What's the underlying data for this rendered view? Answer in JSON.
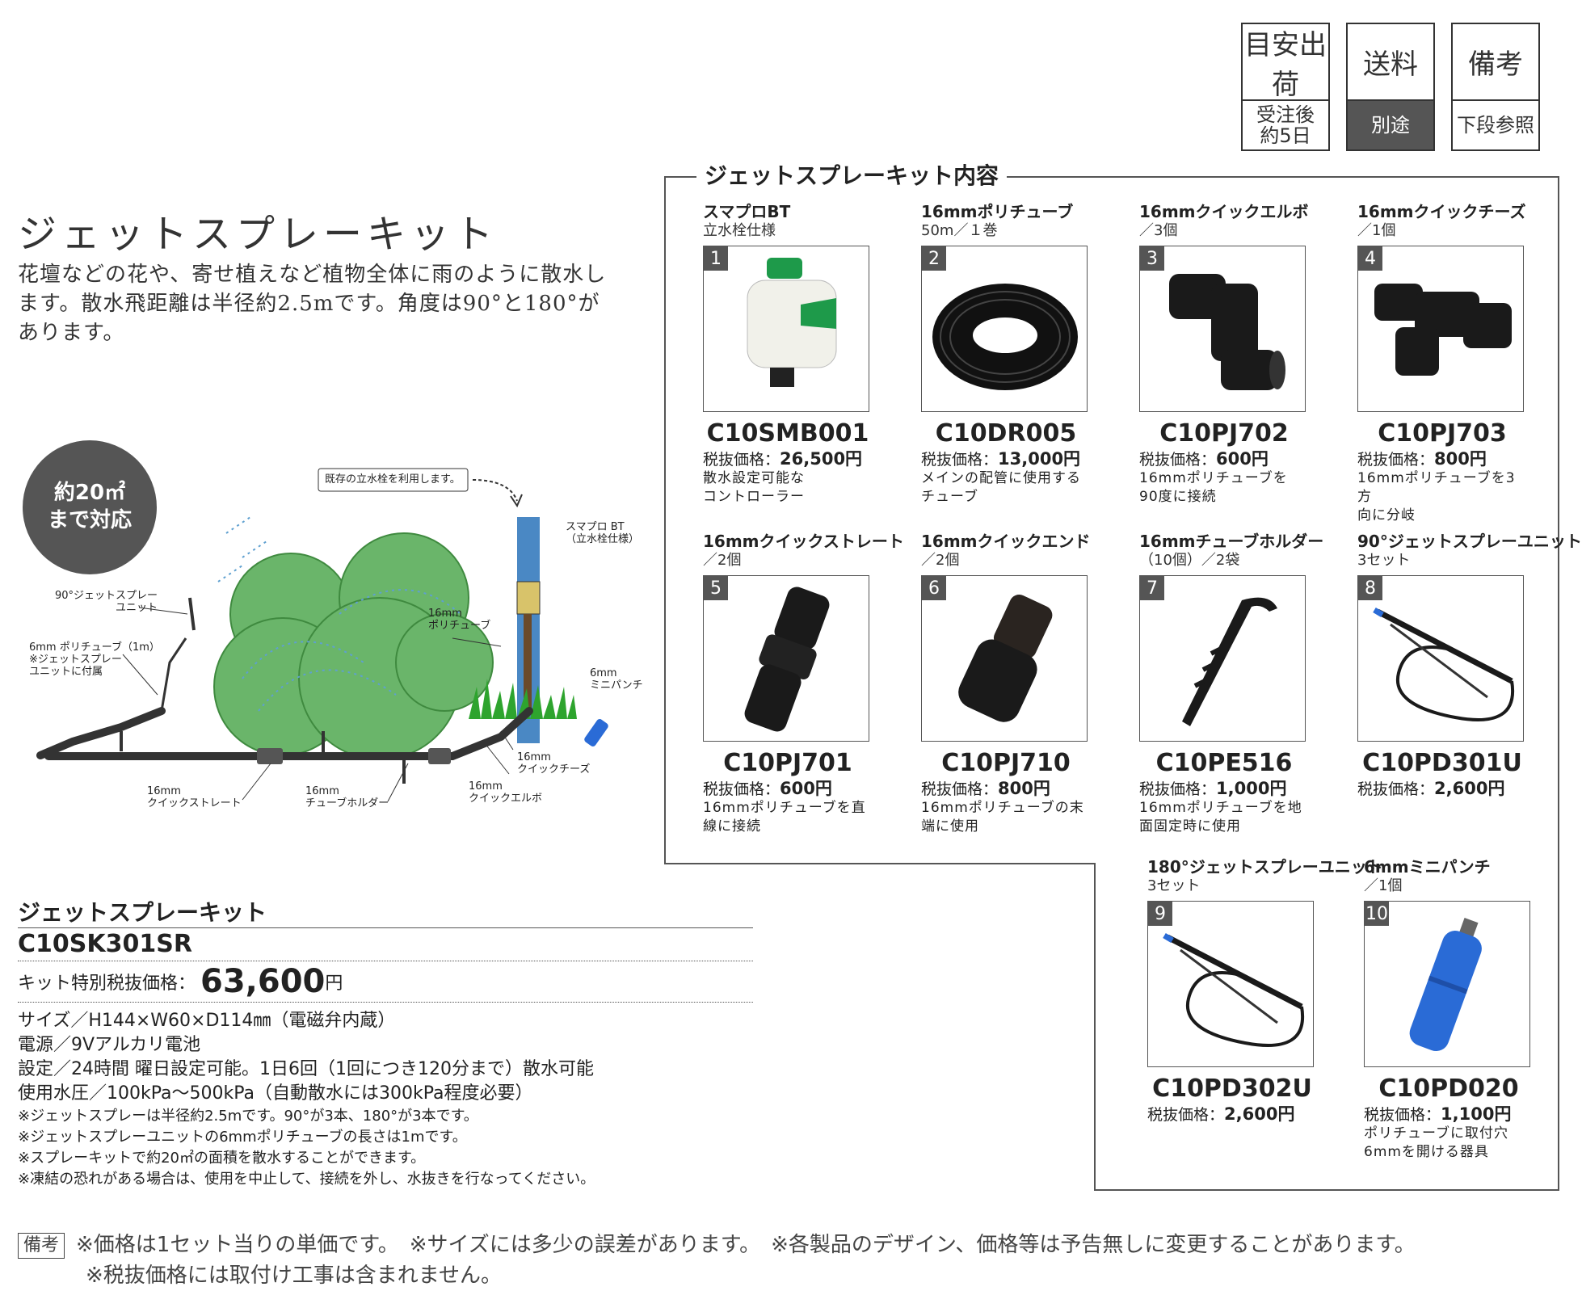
{
  "badges": [
    {
      "top": "目安出荷",
      "bottom": "受注後\n約5日"
    },
    {
      "top": "送料",
      "bottom": "別途"
    },
    {
      "top": "備考",
      "bottom": "下段参照"
    }
  ],
  "title": "ジェットスプレーキット",
  "description": "花壇などの花や、寄せ植えなど植物全体に雨のように散水します。散水飛距離は半径約2.5mです。角度は90°と180°があります。",
  "coverage": {
    "line1": "約20㎡",
    "line2": "まで対応"
  },
  "diagram_labels": {
    "existing_faucet": "既存の立水栓を利用します。",
    "smapro_1": "スマプロ BT",
    "smapro_2": "（立水栓仕様）",
    "jet90_1": "90°ジェットスプレー",
    "jet90_2": "ユニット",
    "poly6_1": "6mm ポリチューブ（1m）",
    "poly6_2": "※ジェットスプレー",
    "poly6_3": "ユニットに付属",
    "poly16_1": "16mm",
    "poly16_2": "ポリチューブ",
    "punch_1": "6mm",
    "punch_2": "ミニパンチ",
    "tee_1": "16mm",
    "tee_2": "クイックチーズ",
    "elbow_1": "16mm",
    "elbow_2": "クイックエルボ",
    "straight_1": "16mm",
    "straight_2": "クイックストレート",
    "holder_1": "16mm",
    "holder_2": "チューブホルダー"
  },
  "kit_heading": "ジェットスプレーキット内容",
  "items": [
    {
      "num": "1",
      "name": "スマプロBT",
      "qty": "立水栓仕様",
      "code": "C10SMB001",
      "price_label": "税抜価格：",
      "price": "26,500円",
      "note": "散水設定可能な\nコントローラー",
      "icon": "controller-icon"
    },
    {
      "num": "2",
      "name": "16mmポリチューブ",
      "qty": "50m／１巻",
      "code": "C10DR005",
      "price_label": "税抜価格：",
      "price": "13,000円",
      "note": "メインの配管に使用する\nチューブ",
      "icon": "tube-coil-icon"
    },
    {
      "num": "3",
      "name": "16mmクイックエルボ",
      "qty": "／3個",
      "code": "C10PJ702",
      "price_label": "税抜価格：",
      "price": "600円",
      "note": "16mmポリチューブを\n90度に接続",
      "icon": "elbow-fitting-icon"
    },
    {
      "num": "4",
      "name": "16mmクイックチーズ",
      "qty": "／1個",
      "code": "C10PJ703",
      "price_label": "税抜価格：",
      "price": "800円",
      "note": "16mmポリチューブを3方\n向に分岐",
      "icon": "tee-fitting-icon"
    },
    {
      "num": "5",
      "name": "16mmクイックストレート",
      "qty": "／2個",
      "code": "C10PJ701",
      "price_label": "税抜価格：",
      "price": "600円",
      "note": "16mmポリチューブを直\n線に接続",
      "icon": "straight-fitting-icon"
    },
    {
      "num": "6",
      "name": "16mmクイックエンド",
      "qty": "／2個",
      "code": "C10PJ710",
      "price_label": "税抜価格：",
      "price": "800円",
      "note": "16mmポリチューブの末\n端に使用",
      "icon": "end-cap-icon"
    },
    {
      "num": "7",
      "name": "16mmチューブホルダー",
      "qty": "（10個）／2袋",
      "code": "C10PE516",
      "price_label": "税抜価格：",
      "price": "1,000円",
      "note": "16mmポリチューブを地\n面固定時に使用",
      "icon": "tube-holder-stake-icon"
    },
    {
      "num": "8",
      "name": "90°ジェットスプレーユニット",
      "qty": "3セット",
      "code": "C10PD301U",
      "price_label": "税抜価格：",
      "price": "2,600円",
      "note": "",
      "icon": "jet-spray-unit-icon"
    },
    {
      "num": "9",
      "name": "180°ジェットスプレーユニット",
      "qty": "3セット",
      "code": "C10PD302U",
      "price_label": "税抜価格：",
      "price": "2,600円",
      "note": "",
      "icon": "jet-spray-unit-icon"
    },
    {
      "num": "10",
      "name": "6mmミニパンチ",
      "qty": "／1個",
      "code": "C10PD020",
      "price_label": "税抜価格：",
      "price": "1,100円",
      "note": "ポリチューブに取付穴\n6mmを開ける器具",
      "icon": "mini-punch-icon"
    }
  ],
  "kit": {
    "name": "ジェットスプレーキット",
    "code": "C10SK301SR",
    "price_label": "キット特別税抜価格：",
    "price": "63,600",
    "price_unit": "円",
    "specs": [
      "サイズ／H144×W60×D114㎜（電磁弁内蔵）",
      "電源／9Vアルカリ電池",
      "設定／24時間 曜日設定可能。1日6回（1回につき120分まで）散水可能",
      "使用水圧／100kPa～500kPa（自動散水には300kPa程度必要）"
    ],
    "notes": [
      "※ジェットスプレーは半径約2.5mです。90°が3本、180°が3本です。",
      "※ジェットスプレーユニットの6mmポリチューブの長さは1mです。",
      "※スプレーキットで約20㎡の面積を散水することができます。",
      "※凍結の恐れがある場合は、使用を中止して、接続を外し、水抜きを行なってください。"
    ]
  },
  "footer": {
    "tag": "備考",
    "line1": "※価格は1セット当りの単価です。　※サイズには多少の誤差があります。　※各製品のデザイン、価格等は予告無しに変更することがあります。",
    "line2": "※税抜価格には取付け工事は含まれません。"
  },
  "colors": {
    "foliage": "#6ab56a",
    "faucet_blue": "#4a88c4",
    "dark_gray": "#555555",
    "controller_green": "#1e9a4a",
    "punch_blue": "#2a6bd6"
  }
}
